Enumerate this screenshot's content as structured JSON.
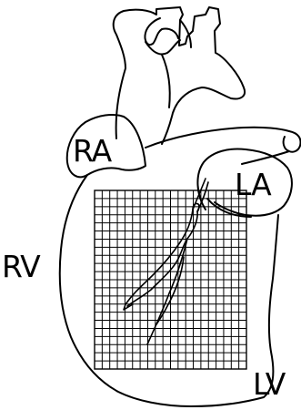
{
  "labels": {
    "right_atrium": "RA",
    "left_atrium": "LA",
    "right_ventricle": "RV",
    "left_ventricle": "LV"
  },
  "grid": {
    "columns": 20,
    "rows": 22
  },
  "colors": {
    "stroke": "#000000",
    "background": "#ffffff"
  }
}
